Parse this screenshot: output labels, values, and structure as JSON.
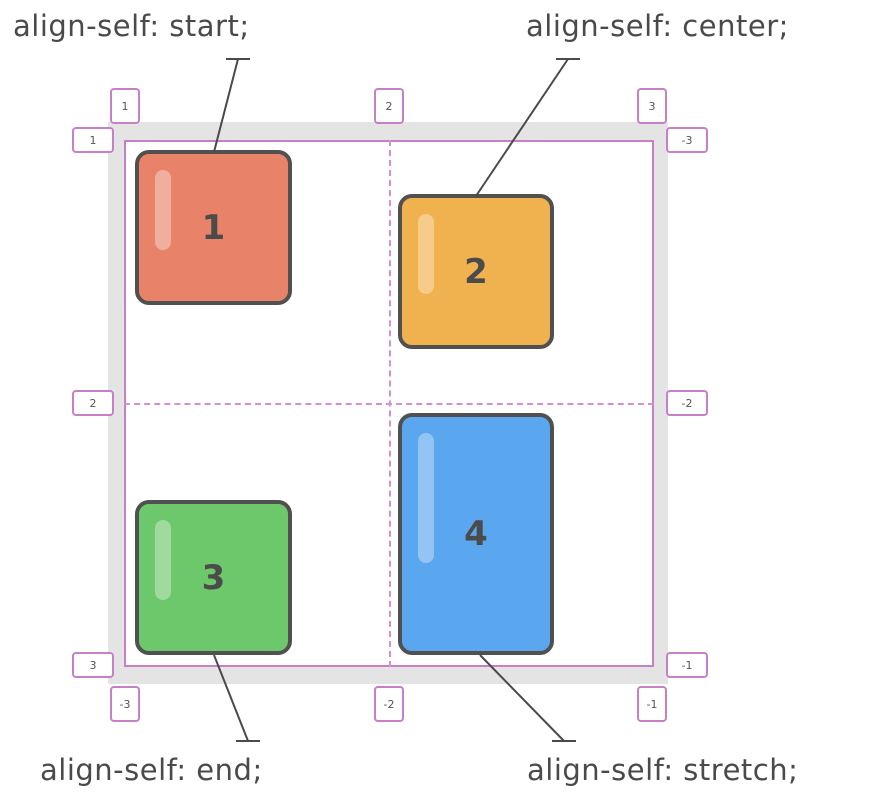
{
  "captions": {
    "start": "align-self: start;",
    "center": "align-self: center;",
    "end": "align-self: end;",
    "stretch": "align-self: stretch;"
  },
  "items": [
    {
      "label": "1",
      "color": "#e8836a",
      "align_self": "start"
    },
    {
      "label": "2",
      "color": "#f0b14f",
      "align_self": "center"
    },
    {
      "label": "3",
      "color": "#6dc76b",
      "align_self": "end"
    },
    {
      "label": "4",
      "color": "#5aa7ef",
      "align_self": "stretch"
    }
  ],
  "grid_lines": {
    "columns_top": [
      "1",
      "2",
      "3"
    ],
    "columns_bottom": [
      "-3",
      "-2",
      "-1"
    ],
    "rows_left": [
      "1",
      "2",
      "3"
    ],
    "rows_right": [
      "-3",
      "-2",
      "-1"
    ]
  },
  "colors": {
    "grid_line": "#c77fc7",
    "frame": "#e4e4e4",
    "item_border": "#505050"
  }
}
